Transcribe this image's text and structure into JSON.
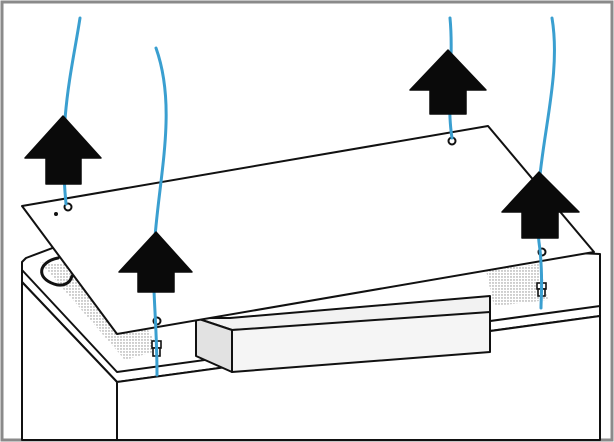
{
  "illustration": {
    "title": "",
    "colors": {
      "line": "#111111",
      "cable": "#3a9fd0",
      "arrow": "#0a0a0a",
      "hatch": "#9a9a9a",
      "frame": "#8a8a8a",
      "background": "#ffffff"
    },
    "arrow_direction": "up",
    "arrow_count": 4,
    "cable_count": 4,
    "shows_rotation_symbol": true
  }
}
